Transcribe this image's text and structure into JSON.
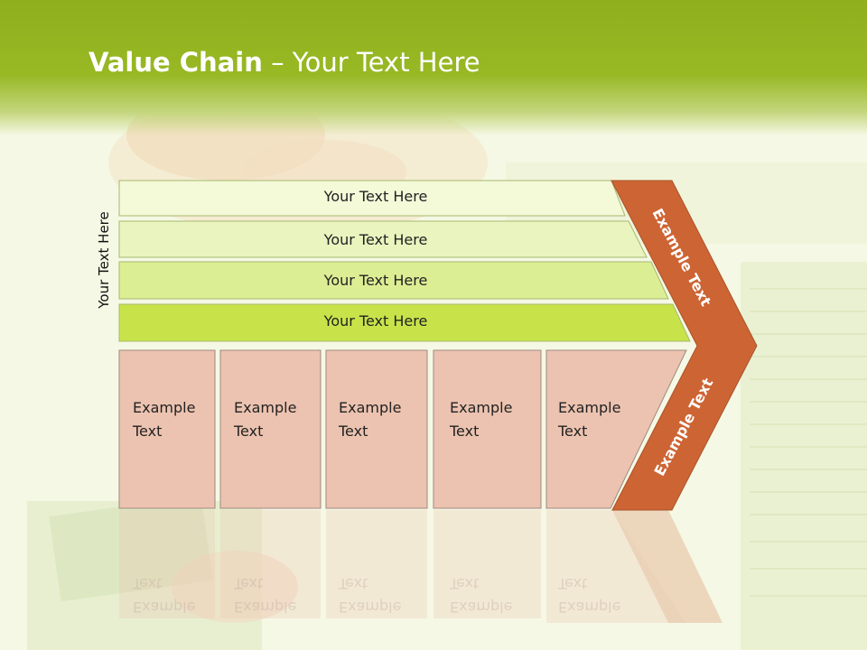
{
  "title": {
    "bold": "Value Chain",
    "rest": " – Your Text Here"
  },
  "side_label": "Your Text Here",
  "rows": [
    {
      "label": "Your Text Here"
    },
    {
      "label": "Your Text Here"
    },
    {
      "label": "Your Text Here"
    },
    {
      "label": "Your Text Here"
    }
  ],
  "boxes": [
    {
      "line1": "Example",
      "line2": "Text"
    },
    {
      "line1": "Example",
      "line2": "Text"
    },
    {
      "line1": "Example",
      "line2": "Text"
    },
    {
      "line1": "Example",
      "line2": "Text"
    },
    {
      "line1": "Example",
      "line2": "Text"
    }
  ],
  "chevron": {
    "upper": "Example Text",
    "lower": "Example Text"
  },
  "colors": {
    "header_green": "#98b824",
    "row_fills": [
      "#f4f9d8",
      "#eaf4bf",
      "#dcee94",
      "#c8e34a"
    ],
    "box_fill": "#ecc3b0",
    "chevron": "#cd6433"
  }
}
